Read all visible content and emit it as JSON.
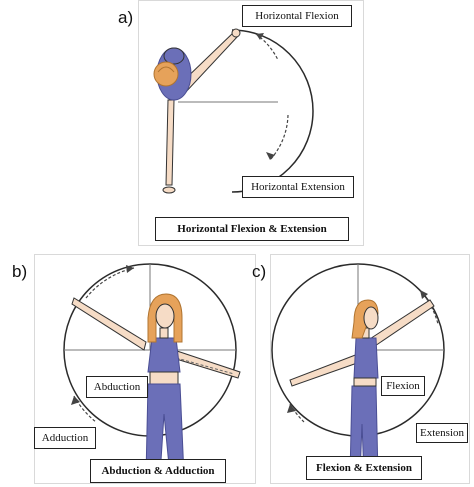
{
  "panel_a": {
    "letter": "a)",
    "label_top": "Horizontal Flexion",
    "label_bottom": "Horizontal Extension",
    "title": "Horizontal Flexion & Extension"
  },
  "panel_b": {
    "letter": "b)",
    "label_upper": "Abduction",
    "label_lower": "Adduction",
    "title": "Abduction & Adduction"
  },
  "panel_c": {
    "letter": "c)",
    "label_upper": "Flexion",
    "label_lower": "Extension",
    "title": "Flexion & Extension"
  },
  "colors": {
    "outfit": "#6b6fb8",
    "outfit_dark": "#4a4e94",
    "skin": "#f6dcc6",
    "hair": "#e6a25a",
    "outline": "#333333",
    "arc": "#2b2b2b"
  }
}
